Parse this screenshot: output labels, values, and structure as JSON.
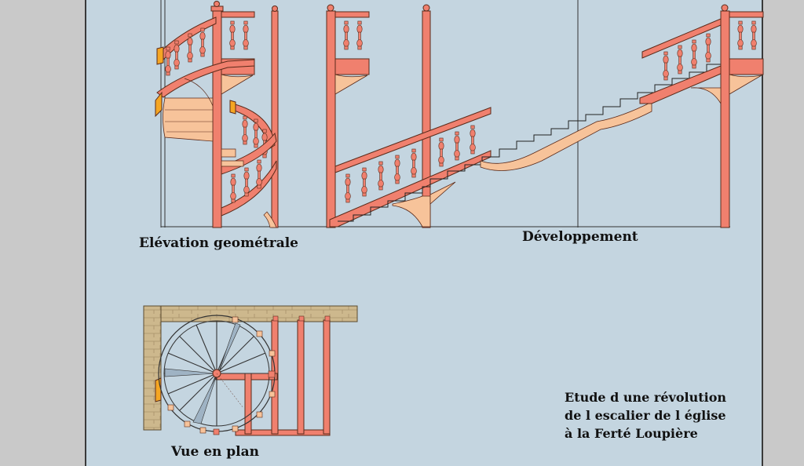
{
  "captions": {
    "elevation": "Elévation geométrale",
    "development": "Développement",
    "plan": "Vue en plan",
    "study": {
      "line1": "Etude d une révolution",
      "line2": "de l escalier de l église",
      "line3": "à la Ferté Loupière"
    }
  },
  "colors": {
    "page_bg": "#c9c9c9",
    "sheet_bg": "#c4d5e0",
    "wood_salmon": "#f0806e",
    "wood_peach": "#f7c39a",
    "wood_orange": "#f5a623",
    "stone": "#c9b48a",
    "outline": "#5a2a1a"
  }
}
